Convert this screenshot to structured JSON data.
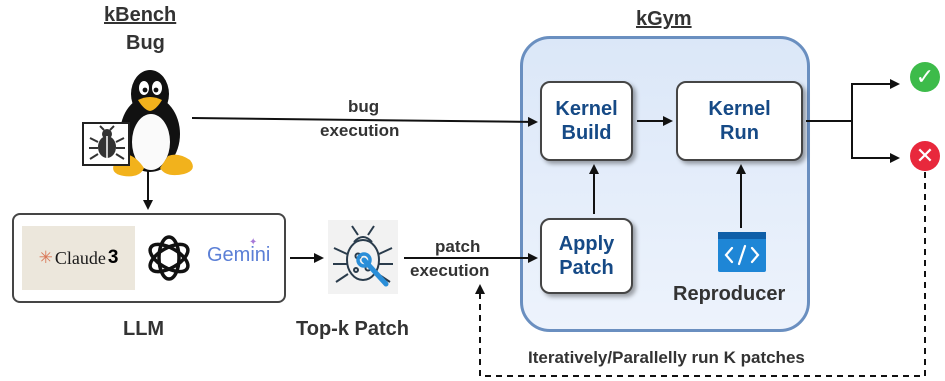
{
  "kbench": {
    "title": "kBench",
    "subtitle": "Bug"
  },
  "kgym": {
    "title": "kGym"
  },
  "nodes": {
    "kernel_build": [
      "Kernel",
      "Build"
    ],
    "kernel_run": [
      "Kernel",
      "Run"
    ],
    "apply_patch": [
      "Apply",
      "Patch"
    ],
    "reproducer": "Reproducer"
  },
  "edges": {
    "bug_execution": [
      "bug",
      "execution"
    ],
    "patch_execution": [
      "patch",
      "execution"
    ],
    "loop_label": "Iteratively/Parallelly run K patches"
  },
  "llm": {
    "label": "LLM",
    "claude_word": "Claude",
    "claude_num": "3",
    "gemini": "Gemini"
  },
  "topk": {
    "label": "Top-k Patch"
  },
  "outcomes": {
    "success_color": "#3dbb4a",
    "fail_color": "#e8283c"
  }
}
